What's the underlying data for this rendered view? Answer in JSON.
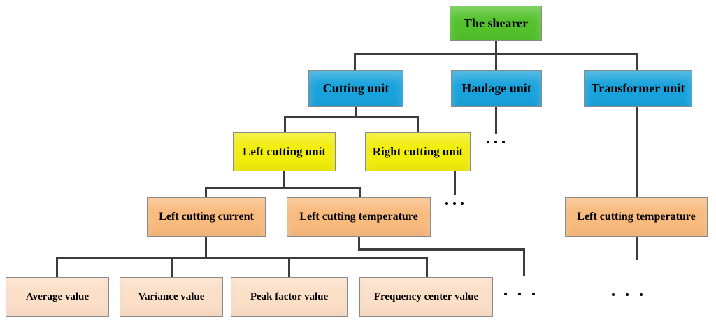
{
  "figure": {
    "type": "hierarchy-diagram",
    "background": "#ffffff",
    "palette": {
      "root_green": "#54c22c",
      "unit_blue": "#19a3dc",
      "subunit_yellow": "#f2ee0c",
      "signal_orange": "#f9ba7d",
      "feature_peach": "#fcdfc7",
      "connector_gray": "#3c3c3c",
      "border_gray": "#8a8a8a",
      "text_black": "#000000"
    }
  },
  "nodes": {
    "shearer": {
      "label": "The shearer"
    },
    "cutting_unit": {
      "label": "Cutting unit"
    },
    "haulage_unit": {
      "label": "Haulage unit"
    },
    "transformer_unit": {
      "label": "Transformer unit"
    },
    "left_cutting_unit": {
      "label": "Left cutting unit"
    },
    "right_cutting_unit": {
      "label": "Right cutting unit"
    },
    "left_cutting_current": {
      "label": "Left cutting current"
    },
    "left_cutting_temperature": {
      "label": "Left cutting temperature"
    },
    "transformer_left_cutting_temperature": {
      "label": "Left cutting temperature"
    },
    "average_value": {
      "label": "Average value"
    },
    "variance_value": {
      "label": "Variance value"
    },
    "peak_factor_value": {
      "label": "Peak factor value"
    },
    "frequency_center_value": {
      "label": "Frequency center value"
    }
  }
}
